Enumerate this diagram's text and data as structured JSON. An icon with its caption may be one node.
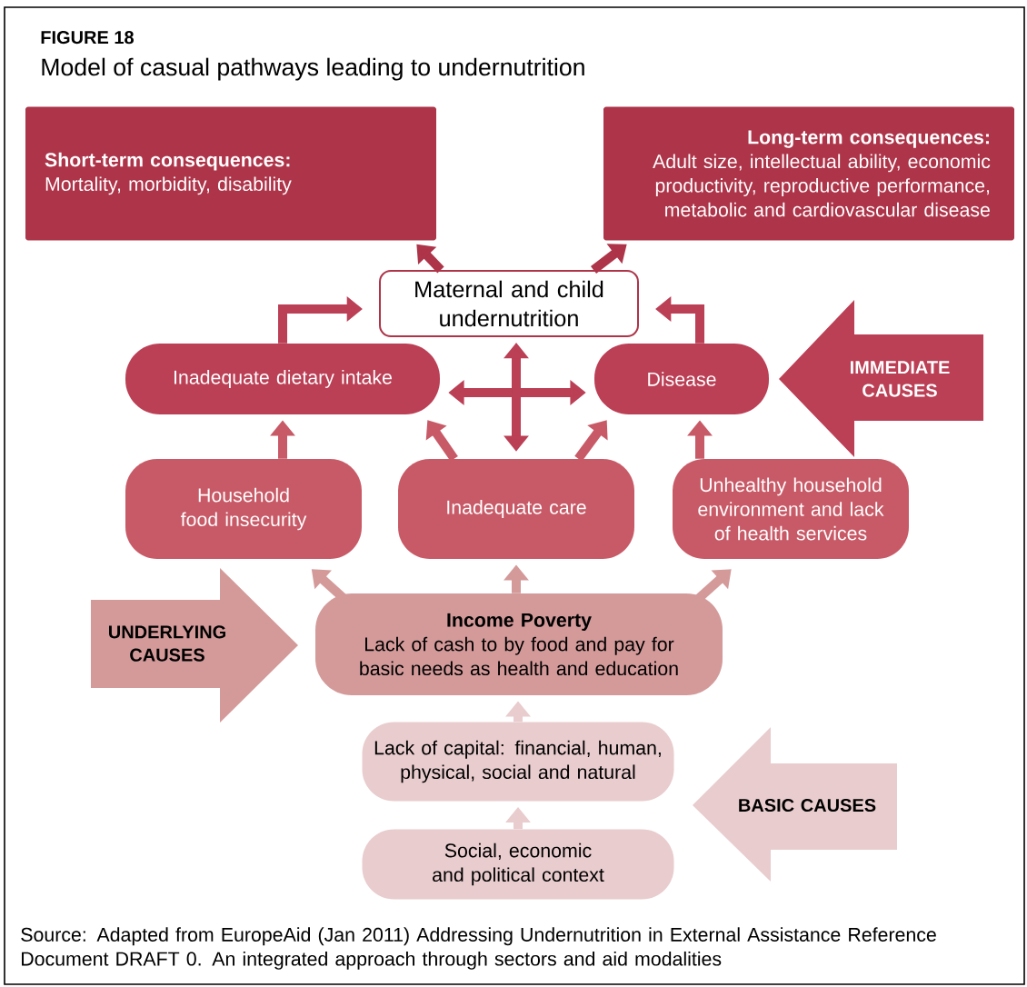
{
  "diagram": {
    "title": "Model of casual pathways leading to undernutrition",
    "caption": "Source: Adapted from EuropeAid (Jan 2011) Addressing Undernutrition in External Assistance Reference Document DRAFT 0. An integrated approach through sectors and aid modalities",
    "labels": [
      "FIGURE 18"
    ],
    "nodes": [
      {
        "text": [
          "Short-term consequences:",
          "Mortality, morbidity, disability"
        ]
      },
      {
        "text": [
          "Long-term consequences:",
          "Adult size, intellectual ability, economic productivity, reproductive performance, metabolic and cardiovascular disease"
        ]
      },
      {
        "text": [
          "Maternal and child undernutrition"
        ]
      },
      {
        "text": [
          "Inadequate dietary intake"
        ]
      },
      {
        "text": [
          "Disease"
        ]
      },
      {
        "text": [
          "IMMEDIATE CAUSES"
        ]
      },
      {
        "text": [
          "Household food insecurity"
        ]
      },
      {
        "text": [
          "Inadequate care"
        ]
      },
      {
        "text": [
          "Unhealthy household environment and lack of health services"
        ]
      },
      {
        "text": [
          "UNDERLYING CAUSES"
        ]
      },
      {
        "text": [
          "Income Poverty",
          "Lack of cash to by food and pay for basic needs as health and education"
        ]
      },
      {
        "text": [
          "Lack of capital: financial, human, physical, social and natural"
        ]
      },
      {
        "text": [
          "Social, economic and political context"
        ]
      },
      {
        "text": [
          "BASIC CAUSES"
        ]
      }
    ],
    "edges": [
      {
        "from": 2,
        "to": 0,
        "arrow": "to",
        "color": "#ad3449"
      },
      {
        "from": 2,
        "to": 1,
        "arrow": "to",
        "color": "#ad3449"
      },
      {
        "from": 3,
        "to": 2,
        "arrow": "to",
        "color": "#bb3f55"
      },
      {
        "from": 4,
        "to": 2,
        "arrow": "to",
        "color": "#bb3f55"
      },
      {
        "from": 3,
        "to": 4,
        "arrow": "both",
        "color": "#bb3f55"
      },
      {
        "from": 2,
        "to": 7,
        "arrow": "both",
        "color": "#bb3f55"
      },
      {
        "from": 6,
        "to": 3,
        "arrow": "to",
        "color": "#c85a67"
      },
      {
        "from": 7,
        "to": 3,
        "arrow": "to",
        "color": "#c85a67"
      },
      {
        "from": 7,
        "to": 4,
        "arrow": "to",
        "color": "#c85a67"
      },
      {
        "from": 8,
        "to": 4,
        "arrow": "to",
        "color": "#c85a67"
      },
      {
        "from": 10,
        "to": 6,
        "arrow": "to",
        "color": "#d49a9a"
      },
      {
        "from": 10,
        "to": 7,
        "arrow": "to",
        "color": "#d49a9a"
      },
      {
        "from": 10,
        "to": 8,
        "arrow": "to",
        "color": "#d49a9a"
      },
      {
        "from": 11,
        "to": 10,
        "arrow": "to",
        "color": "#e9cccd"
      },
      {
        "from": 12,
        "to": 11,
        "arrow": "to",
        "color": "#e9cccd"
      }
    ]
  }
}
